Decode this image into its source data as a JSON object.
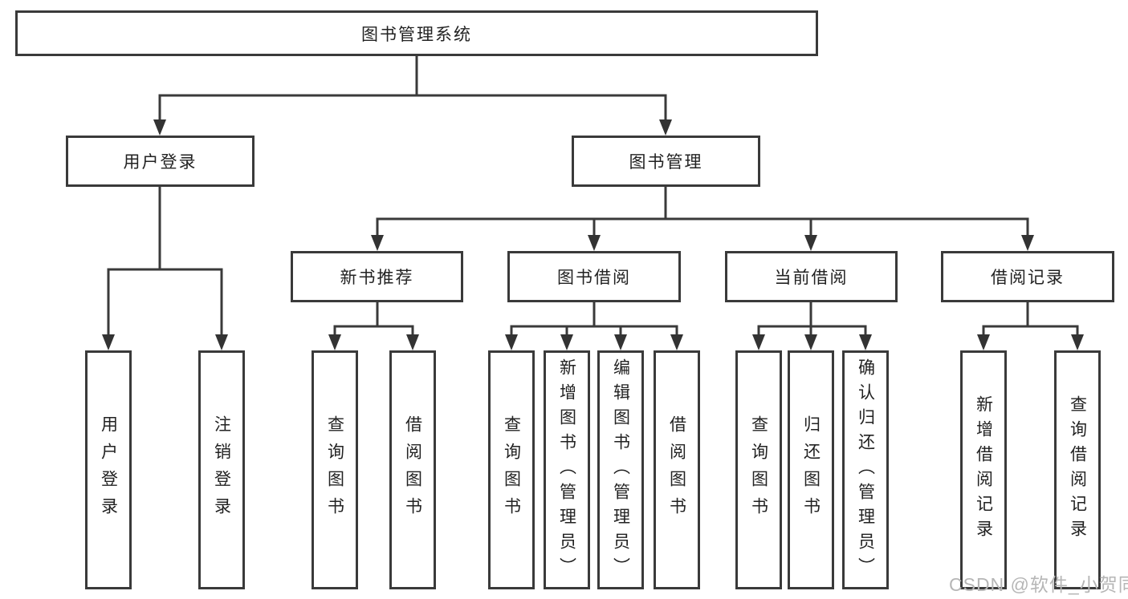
{
  "diagram_title": "图书管理系统",
  "watermark": "CSDN @软件_小贺同学",
  "colors": {
    "line": "#3a3a3a",
    "arrow": "#333333",
    "text": "#222222",
    "background": "#ffffff",
    "watermark": "#b6b6b6"
  },
  "nodes": {
    "root": "图书管理系统",
    "user_login": "用户登录",
    "book_mgmt": "图书管理",
    "new_book_rec": "新书推荐",
    "book_borrow": "图书借阅",
    "current_borrow": "当前借阅",
    "borrow_records": "借阅记录",
    "v_user_login": "用户登录",
    "v_logout": "注销登录",
    "v_query_book_rec": "查询图书",
    "v_borrow_book_rec": "借阅图书",
    "v_query_book_borrow": "查询图书",
    "v_add_book_admin": "新增图书（管理员）",
    "v_edit_book_admin": "编辑图书（管理员）",
    "v_borrow_book_borrow": "借阅图书",
    "v_query_book_current": "查询图书",
    "v_return_book": "归还图书",
    "v_confirm_return_admin": "确认归还（管理员）",
    "v_add_borrow_record": "新增借阅记录",
    "v_query_borrow_record": "查询借阅记录"
  },
  "hierarchy": {
    "图书管理系统": {
      "用户登录": [
        "用户登录",
        "注销登录"
      ],
      "图书管理": {
        "新书推荐": [
          "查询图书",
          "借阅图书"
        ],
        "图书借阅": [
          "查询图书",
          "新增图书（管理员）",
          "编辑图书（管理员）",
          "借阅图书"
        ],
        "当前借阅": [
          "查询图书",
          "归还图书",
          "确认归还（管理员）"
        ],
        "借阅记录": [
          "新增借阅记录",
          "查询借阅记录"
        ]
      }
    }
  }
}
